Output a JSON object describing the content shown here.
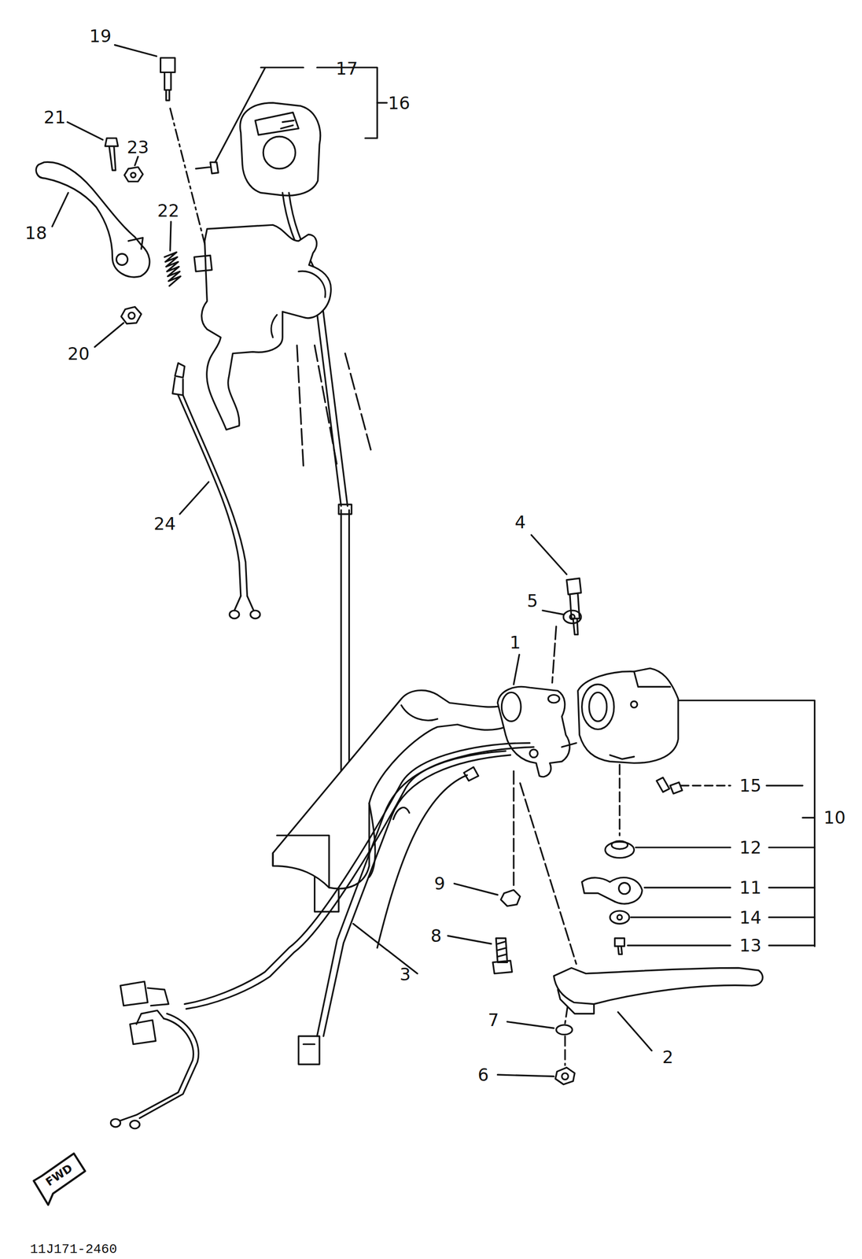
{
  "diagram": {
    "labels": [
      "19",
      "17",
      "16",
      "21",
      "23",
      "18",
      "22",
      "20",
      "24",
      "4",
      "5",
      "1",
      "15",
      "10",
      "12",
      "11",
      "9",
      "14",
      "13",
      "8",
      "3",
      "7",
      "2",
      "6",
      "FWD",
      "11J171-2460"
    ]
  }
}
